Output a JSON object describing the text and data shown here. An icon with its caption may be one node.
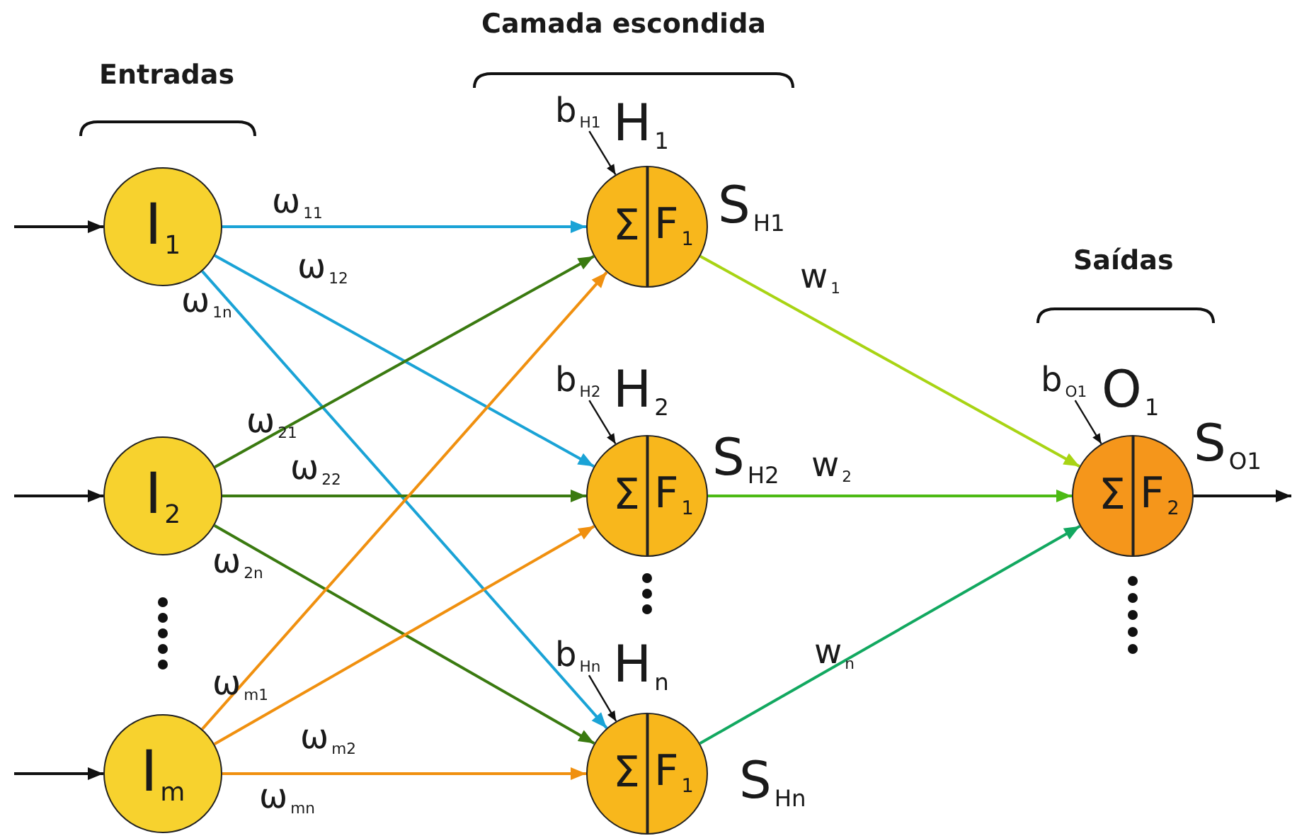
{
  "diagram": {
    "nodes": [
      {
        "text": [
          "I$_{1}$"
        ]
      },
      {
        "text": [
          "I$_{2}$"
        ]
      },
      {
        "text": [
          "I$_{m}$"
        ]
      },
      {
        "text": [
          "Σ",
          "F$_{1}$"
        ],
        "beside": [
          "H$_{1}$",
          "S$_{H1}$"
        ]
      },
      {
        "text": [
          "Σ",
          "F$_{1}$"
        ],
        "beside": [
          "H$_{2}$",
          "S$_{H2}$"
        ]
      },
      {
        "text": [
          "Σ",
          "F$_{1}$"
        ],
        "beside": [
          "H$_{n}$",
          "S$_{Hn}$"
        ]
      },
      {
        "text": [
          "Σ",
          "F$_{2}$"
        ],
        "beside": [
          "O$_{1}$",
          "S$_{O1}$"
        ]
      },
      {
        "text": [
          "b$_{H1}$"
        ]
      },
      {
        "text": [
          "b$_{H2}$"
        ]
      },
      {
        "text": [
          "b$_{Hn}$"
        ]
      },
      {
        "text": [
          "b$_{O1}$"
        ]
      }
    ],
    "edges": [
      {
        "from": null,
        "to": 0,
        "arrow": "to",
        "color": "#111111"
      },
      {
        "from": null,
        "to": 1,
        "arrow": "to",
        "color": "#111111"
      },
      {
        "from": null,
        "to": 2,
        "arrow": "to",
        "color": "#111111"
      },
      {
        "from": 0,
        "to": 3,
        "arrow": "to",
        "label": "ω$_{11}$",
        "color": "#1aa3d6"
      },
      {
        "from": 0,
        "to": 4,
        "arrow": "to",
        "label": "ω$_{12}$",
        "color": "#1aa3d6"
      },
      {
        "from": 0,
        "to": 5,
        "arrow": "to",
        "label": "ω$_{1n}$",
        "color": "#1aa3d6"
      },
      {
        "from": 1,
        "to": 3,
        "arrow": "to",
        "label": "ω$_{21}$",
        "color": "#3a7a10"
      },
      {
        "from": 1,
        "to": 4,
        "arrow": "to",
        "label": "ω$_{22}$",
        "color": "#3a7a10"
      },
      {
        "from": 1,
        "to": 5,
        "arrow": "to",
        "label": "ω$_{2n}$",
        "color": "#3a7a10"
      },
      {
        "from": 2,
        "to": 3,
        "arrow": "to",
        "label": "ω$_{m1}$",
        "color": "#f0900f"
      },
      {
        "from": 2,
        "to": 4,
        "arrow": "to",
        "label": "ω$_{m2}$",
        "color": "#f0900f"
      },
      {
        "from": 2,
        "to": 5,
        "arrow": "to",
        "label": "ω$_{mn}$",
        "color": "#f0900f"
      },
      {
        "from": 3,
        "to": 6,
        "arrow": "to",
        "label": "w$_{1}$",
        "color": "#a8d414"
      },
      {
        "from": 4,
        "to": 6,
        "arrow": "to",
        "label": "w$_{2}$",
        "color": "#4cba14"
      },
      {
        "from": 5,
        "to": 6,
        "arrow": "to",
        "label": "w$_{n}$",
        "color": "#12a860"
      },
      {
        "from": 7,
        "to": 3,
        "arrow": "to",
        "color": "#111111"
      },
      {
        "from": 8,
        "to": 4,
        "arrow": "to",
        "color": "#111111"
      },
      {
        "from": 9,
        "to": 5,
        "arrow": "to",
        "color": "#111111"
      },
      {
        "from": 10,
        "to": 6,
        "arrow": "to",
        "color": "#111111"
      },
      {
        "from": 6,
        "to": null,
        "arrow": "to",
        "color": "#111111"
      }
    ],
    "labels": [
      "Entradas",
      "Camada escondida",
      "Saídas"
    ]
  }
}
